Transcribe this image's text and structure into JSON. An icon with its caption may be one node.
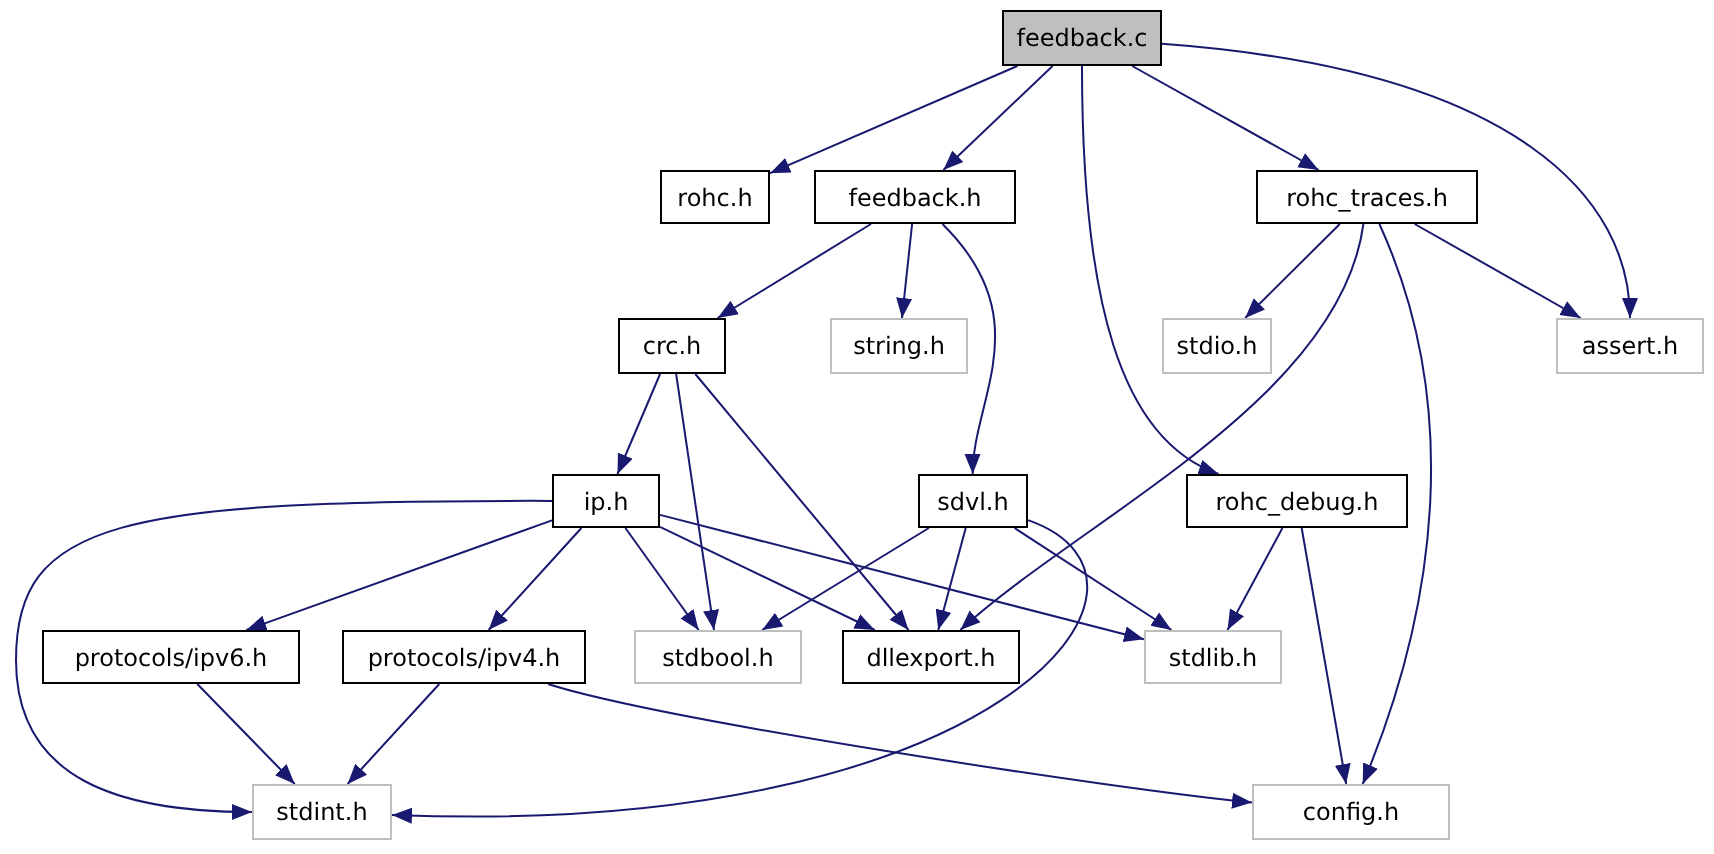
{
  "diagram": {
    "nodes": [
      {
        "text": [
          "feedback.c"
        ]
      },
      {
        "text": [
          "rohc.h"
        ]
      },
      {
        "text": [
          "feedback.h"
        ]
      },
      {
        "text": [
          "rohc_traces.h"
        ]
      },
      {
        "text": [
          "assert.h"
        ]
      },
      {
        "text": [
          "crc.h"
        ]
      },
      {
        "text": [
          "string.h"
        ]
      },
      {
        "text": [
          "stdio.h"
        ]
      },
      {
        "text": [
          "ip.h"
        ]
      },
      {
        "text": [
          "sdvl.h"
        ]
      },
      {
        "text": [
          "rohc_debug.h"
        ]
      },
      {
        "text": [
          "protocols/ipv6.h"
        ]
      },
      {
        "text": [
          "protocols/ipv4.h"
        ]
      },
      {
        "text": [
          "stdbool.h"
        ]
      },
      {
        "text": [
          "dllexport.h"
        ]
      },
      {
        "text": [
          "stdlib.h"
        ]
      },
      {
        "text": [
          "stdint.h"
        ]
      },
      {
        "text": [
          "config.h"
        ]
      }
    ],
    "edges": [
      {
        "from": 0,
        "to": 1,
        "arrow": "to"
      },
      {
        "from": 0,
        "to": 2,
        "arrow": "to"
      },
      {
        "from": 0,
        "to": 3,
        "arrow": "to"
      },
      {
        "from": 0,
        "to": 4,
        "arrow": "to"
      },
      {
        "from": 0,
        "to": 10,
        "arrow": "to"
      },
      {
        "from": 2,
        "to": 5,
        "arrow": "to"
      },
      {
        "from": 2,
        "to": 6,
        "arrow": "to"
      },
      {
        "from": 2,
        "to": 9,
        "arrow": "to"
      },
      {
        "from": 3,
        "to": 7,
        "arrow": "to"
      },
      {
        "from": 3,
        "to": 4,
        "arrow": "to"
      },
      {
        "from": 3,
        "to": 14,
        "arrow": "to"
      },
      {
        "from": 3,
        "to": 17,
        "arrow": "to"
      },
      {
        "from": 5,
        "to": 8,
        "arrow": "to"
      },
      {
        "from": 5,
        "to": 13,
        "arrow": "to"
      },
      {
        "from": 5,
        "to": 14,
        "arrow": "to"
      },
      {
        "from": 8,
        "to": 16,
        "arrow": "to"
      },
      {
        "from": 8,
        "to": 11,
        "arrow": "to"
      },
      {
        "from": 8,
        "to": 12,
        "arrow": "to"
      },
      {
        "from": 8,
        "to": 13,
        "arrow": "to"
      },
      {
        "from": 8,
        "to": 14,
        "arrow": "to"
      },
      {
        "from": 8,
        "to": 15,
        "arrow": "to"
      },
      {
        "from": 9,
        "to": 13,
        "arrow": "to"
      },
      {
        "from": 9,
        "to": 14,
        "arrow": "to"
      },
      {
        "from": 9,
        "to": 15,
        "arrow": "to"
      },
      {
        "from": 9,
        "to": 16,
        "arrow": "to"
      },
      {
        "from": 10,
        "to": 15,
        "arrow": "to"
      },
      {
        "from": 10,
        "to": 17,
        "arrow": "to"
      },
      {
        "from": 11,
        "to": 16,
        "arrow": "to"
      },
      {
        "from": 12,
        "to": 16,
        "arrow": "to"
      },
      {
        "from": 12,
        "to": 17,
        "arrow": "to"
      }
    ]
  }
}
